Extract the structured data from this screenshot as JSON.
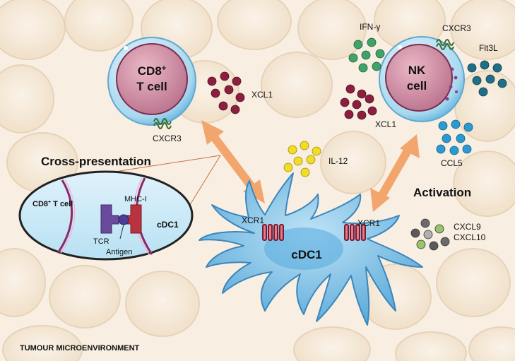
{
  "cells": {
    "cd8_line1": "CD8",
    "cd8_sup": "+",
    "cd8_line2": "T cell",
    "nk_line1": "NK",
    "nk_line2": "cell",
    "cdc1": "cDC1"
  },
  "labels": {
    "xcl1_left": "XCL1",
    "xcl1_right": "XCL1",
    "cxcr3_left": "CXCR3",
    "cxcr3_right": "CXCR3",
    "ifn_gamma": "IFN-γ",
    "flt3l": "Flt3L",
    "ccl5": "CCL5",
    "il12": "IL-12",
    "xcr1_left": "XCR1",
    "xcr1_right": "XCR1",
    "cxcl9": "CXCL9",
    "cxcl10": "CXCL10",
    "cross_presentation": "Cross-presentation",
    "activation": "Activation",
    "environment": "TUMOUR MICROENVIRONMENT"
  },
  "inset": {
    "cd8_label": "CD8",
    "cd8_sup": "+",
    "cd8_rest": " T cell",
    "mhc": "MHC-I",
    "tcr": "TCR",
    "antigen": "Antigen",
    "cdc1": "cDC1"
  },
  "colors": {
    "background_cell": "#f6ead9",
    "background_border": "#e6d6bf",
    "cell_membrane": "#c8e6f5",
    "nucleus": "#d99cb0",
    "xcl1": "#8c1f3f",
    "ifn_gamma": "#3fa36a",
    "flt3l": "#1f6f86",
    "ccl5": "#2a9ad0",
    "il12": "#f2dc25",
    "cdc1_body": "#6ab6e3",
    "arrow": "#f3a56e"
  }
}
